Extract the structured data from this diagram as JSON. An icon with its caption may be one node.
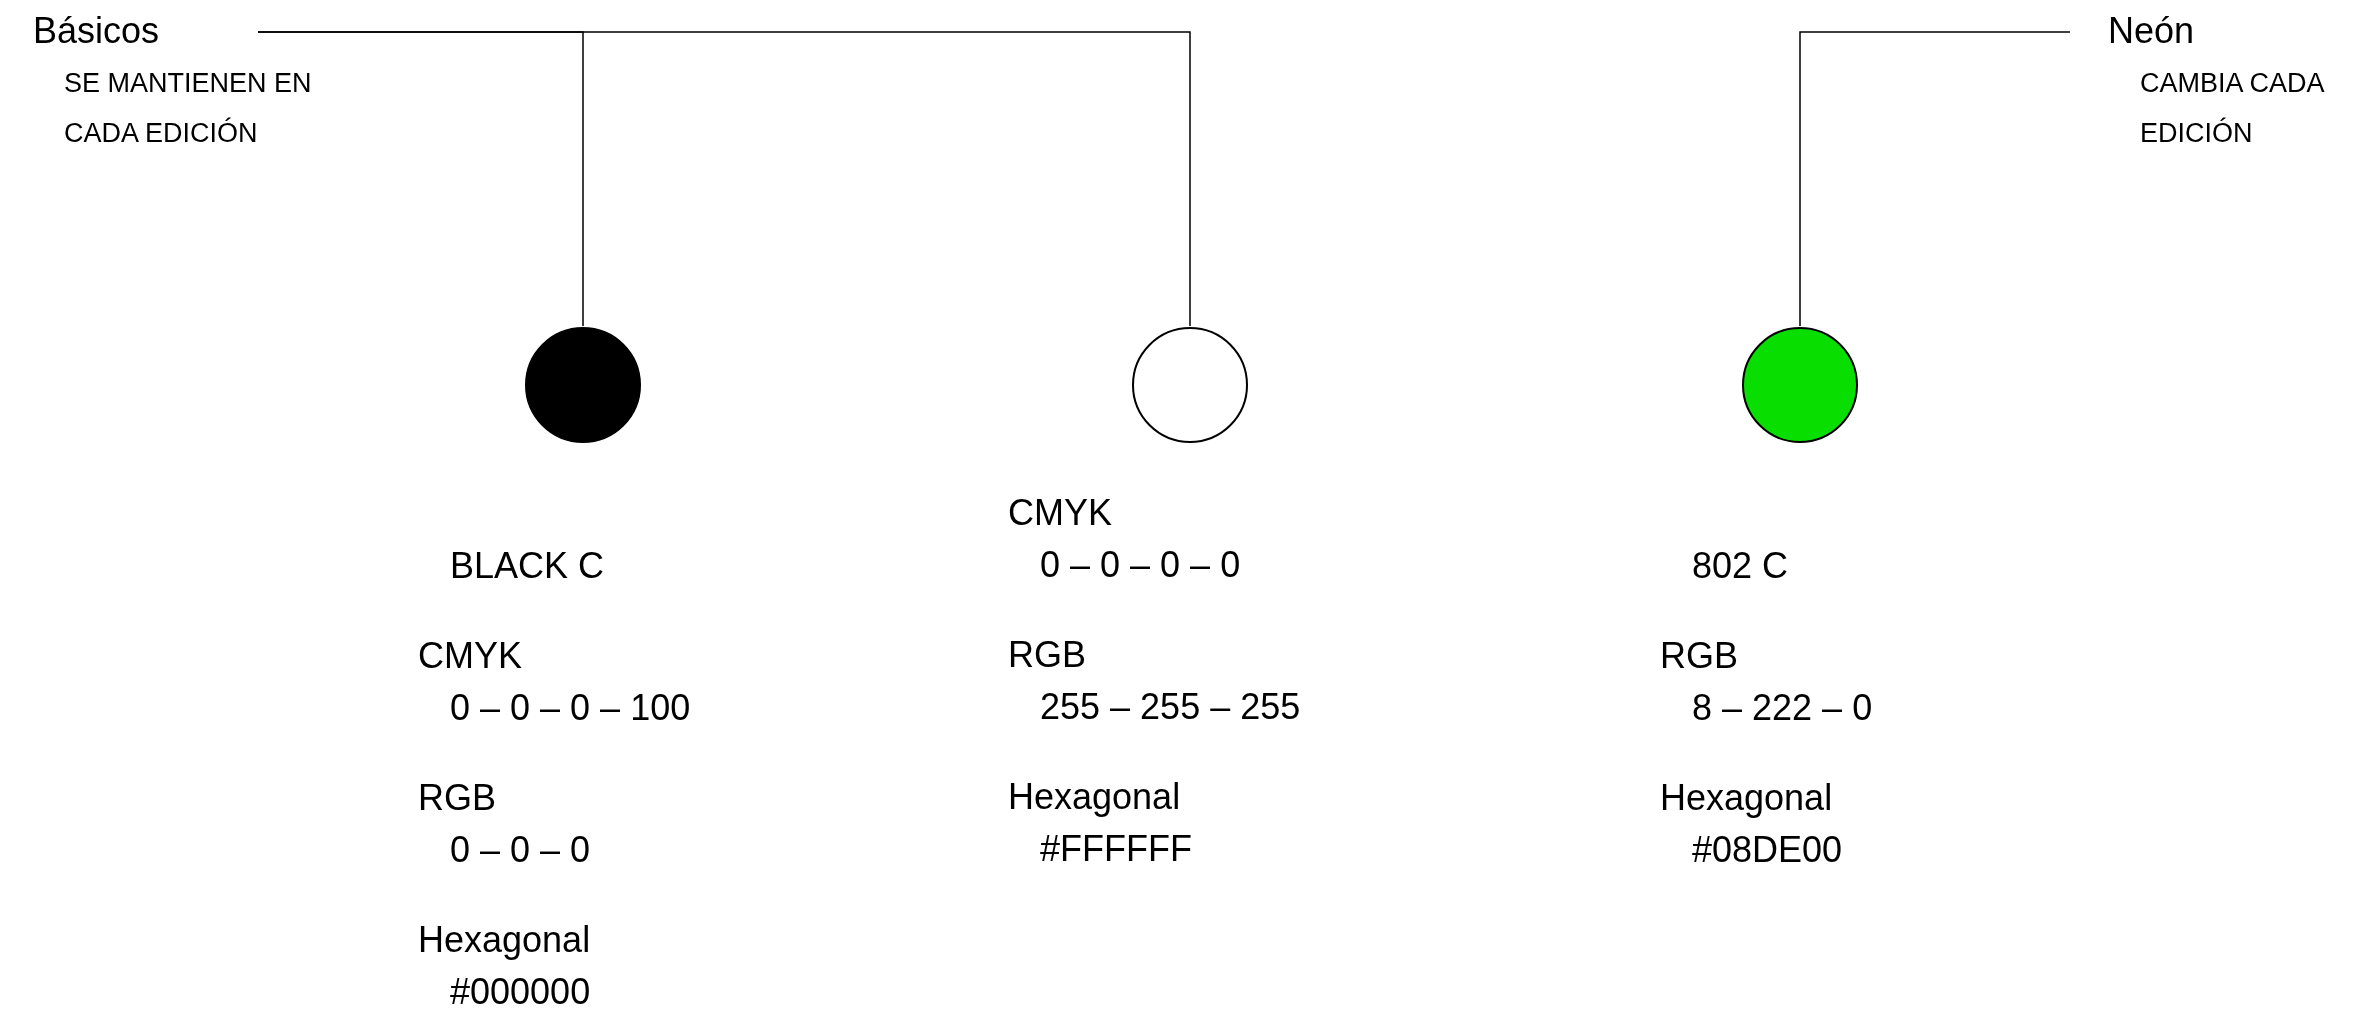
{
  "diagram": {
    "nodes": [
      {
        "text": [
          "Básicos",
          "SE MANTIENEN EN CADA EDICIÓN"
        ]
      },
      {
        "text": [
          "Neón",
          "CAMBIA CADA EDICIÓN"
        ]
      },
      {
        "text": [],
        "shape": "circle",
        "beside": [
          "BLACK C",
          "CMYK",
          "0 – 0 – 0 – 100",
          "RGB",
          "0 – 0 – 0",
          "Hexagonal",
          "#000000"
        ]
      },
      {
        "text": [],
        "shape": "circle",
        "beside": [
          "CMYK",
          "0 – 0 – 0 – 0",
          "RGB",
          "255 – 255 – 255",
          "Hexagonal",
          "#FFFFFF"
        ]
      },
      {
        "text": [],
        "shape": "circle",
        "beside": [
          "802 C",
          "RGB",
          "8 – 222 – 0",
          "Hexagonal",
          "#08DE00"
        ]
      }
    ],
    "edges": [
      {
        "from": 0,
        "to": 2,
        "arrow": "none"
      },
      {
        "from": 0,
        "to": 3,
        "arrow": "none"
      },
      {
        "from": 1,
        "to": 4,
        "arrow": "none"
      }
    ]
  }
}
